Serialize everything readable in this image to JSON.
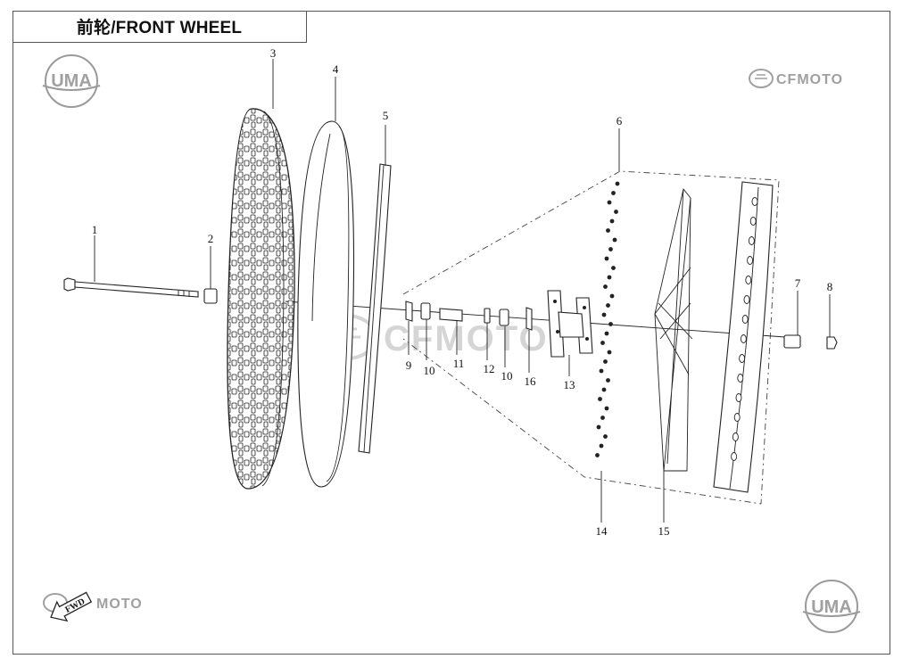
{
  "title": "前轮/FRONT WHEEL",
  "logos": {
    "uma_top_left": "UMA",
    "uma_bottom_right": "UMA",
    "cfmoto_top_right": "CFMOTO",
    "cfmoto_bottom_left": "MOTO",
    "watermark": "CFMOTO",
    "fwd_badge": "FWD"
  },
  "callouts": [
    "1",
    "2",
    "3",
    "4",
    "5",
    "6",
    "7",
    "8",
    "9",
    "10",
    "11",
    "12",
    "10",
    "16",
    "13",
    "14",
    "15"
  ],
  "icons": {
    "uma": "uma-logo-icon",
    "cfmoto": "cfmoto-logo-icon",
    "fwd": "fwd-arrow-icon"
  }
}
